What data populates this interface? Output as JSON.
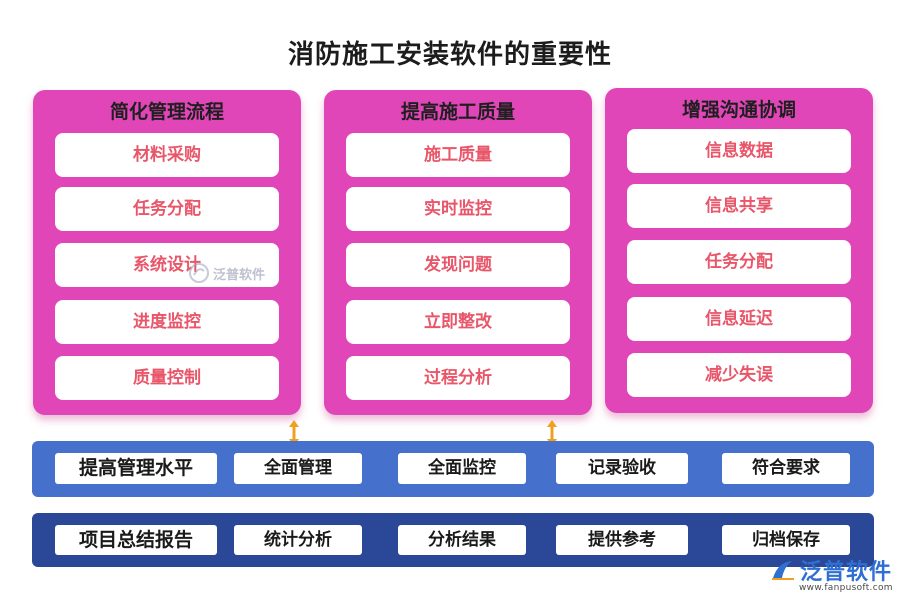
{
  "title": "消防施工安装软件的重要性",
  "columns": [
    {
      "heading": "简化管理流程",
      "items": [
        "材料采购",
        "任务分配",
        "系统设计",
        "进度监控",
        "质量控制"
      ]
    },
    {
      "heading": "提高施工质量",
      "items": [
        "施工质量",
        "实时监控",
        "发现问题",
        "立即整改",
        "过程分析"
      ]
    },
    {
      "heading": "增强沟通协调",
      "items": [
        "信息数据",
        "信息共享",
        "任务分配",
        "信息延迟",
        "减少失误"
      ]
    }
  ],
  "band1": {
    "lead": "提高管理水平",
    "items": [
      "全面管理",
      "全面监控",
      "记录验收",
      "符合要求"
    ]
  },
  "band2": {
    "lead": "项目总结报告",
    "items": [
      "统计分析",
      "分析结果",
      "提供参考",
      "归档保存"
    ]
  },
  "watermark": "泛普软件",
  "logo": {
    "name": "泛普软件",
    "url": "www.fanpusoft.com"
  },
  "colors": {
    "column_fill": "#e046b8",
    "item_text": "#e8566a",
    "band1": "#4570cc",
    "band2": "#2b4797",
    "arrow": "#f0a020"
  }
}
